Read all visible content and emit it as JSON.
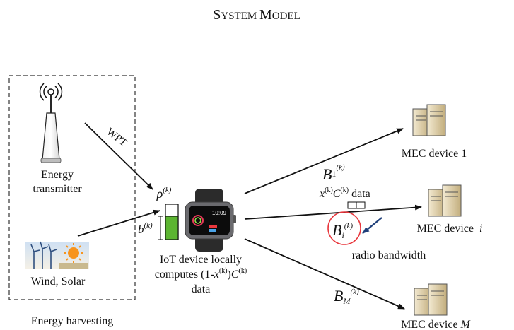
{
  "title": {
    "first": "S",
    "rest1": "YSTEM ",
    "m": "M",
    "rest2": "ODEL"
  },
  "harvesting": {
    "caption": "Energy harvesting",
    "transmitter_line1": "Energy",
    "transmitter_line2": "transmitter",
    "wpt_label": "WPT",
    "renewable_label": "Wind, Solar"
  },
  "battery": {
    "rho": "ρ",
    "b": "b",
    "k_sup": "(k)"
  },
  "iot": {
    "line1": "IoT device locally",
    "line2_a": "computes (1-",
    "line2_x": "x",
    "line2_close": ")",
    "line2_c": "C",
    "line3": "data",
    "k_sup": "(k)",
    "watch_time": "10:09"
  },
  "links": {
    "b1_base": "B",
    "b1_sub": "1",
    "bi_base": "B",
    "bi_sub": "i",
    "bm_base": "B",
    "bm_sub": "M",
    "k_sup": "(k)",
    "offload_x": "x",
    "offload_c": "C",
    "offload_word": "data",
    "bandwidth_label": "radio bandwidth"
  },
  "mec": {
    "device1": "MEC device 1",
    "devicei_prefix": "MEC device ",
    "devicei_index": "i",
    "deviceM_prefix": "MEC device ",
    "deviceM_index": "M"
  },
  "colors": {
    "battery_fill": "#5cb531",
    "highlight_circle": "#e8373d",
    "bandwidth_arrow": "#1f3f7a",
    "sun": "#f7941d",
    "server": "#d9c9a0"
  }
}
